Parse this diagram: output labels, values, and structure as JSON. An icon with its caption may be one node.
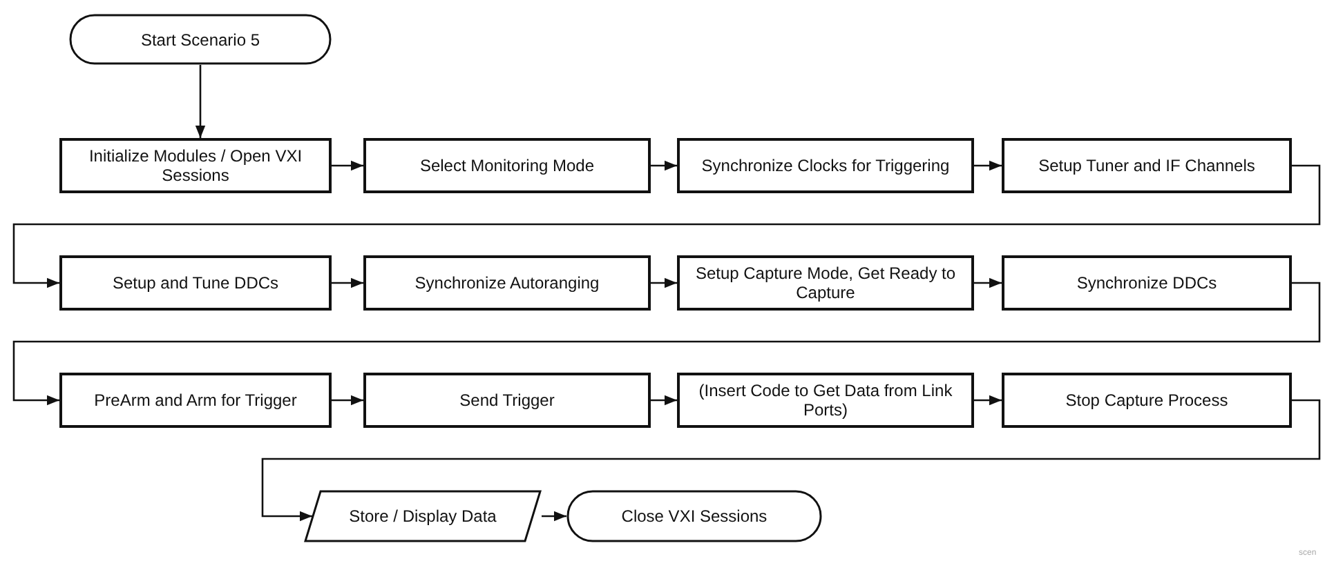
{
  "diagram": {
    "nodes": [
      {
        "text": [
          "Start Scenario 5"
        ]
      },
      {
        "text": [
          "Initialize Modules / Open VXI Sessions"
        ]
      },
      {
        "text": [
          "Select Monitoring Mode"
        ]
      },
      {
        "text": [
          "Synchronize Clocks for Triggering"
        ]
      },
      {
        "text": [
          "Setup Tuner and IF Channels"
        ]
      },
      {
        "text": [
          "Setup and Tune DDCs"
        ]
      },
      {
        "text": [
          "Synchronize Autoranging"
        ]
      },
      {
        "text": [
          "Setup Capture Mode, Get Ready to Capture"
        ]
      },
      {
        "text": [
          "Synchronize DDCs"
        ]
      },
      {
        "text": [
          "PreArm and Arm for Trigger"
        ]
      },
      {
        "text": [
          "Send Trigger"
        ]
      },
      {
        "text": [
          "(Insert Code to Get Data from Link Ports)"
        ]
      },
      {
        "text": [
          "Stop Capture Process"
        ]
      },
      {
        "text": [
          "Store / Display Data"
        ]
      },
      {
        "text": [
          "Close VXI Sessions"
        ]
      }
    ],
    "edges": [
      {
        "from": 0,
        "to": 1,
        "arrow": "to"
      },
      {
        "from": 1,
        "to": 2,
        "arrow": "to"
      },
      {
        "from": 2,
        "to": 3,
        "arrow": "to"
      },
      {
        "from": 3,
        "to": 4,
        "arrow": "to"
      },
      {
        "from": 4,
        "to": 5,
        "arrow": "to"
      },
      {
        "from": 5,
        "to": 6,
        "arrow": "to"
      },
      {
        "from": 6,
        "to": 7,
        "arrow": "to"
      },
      {
        "from": 7,
        "to": 8,
        "arrow": "to"
      },
      {
        "from": 8,
        "to": 9,
        "arrow": "to"
      },
      {
        "from": 9,
        "to": 10,
        "arrow": "to"
      },
      {
        "from": 10,
        "to": 11,
        "arrow": "to"
      },
      {
        "from": 11,
        "to": 12,
        "arrow": "to"
      },
      {
        "from": 12,
        "to": 13,
        "arrow": "to"
      },
      {
        "from": 13,
        "to": 14,
        "arrow": "to"
      }
    ],
    "labels": [
      "scen"
    ]
  }
}
